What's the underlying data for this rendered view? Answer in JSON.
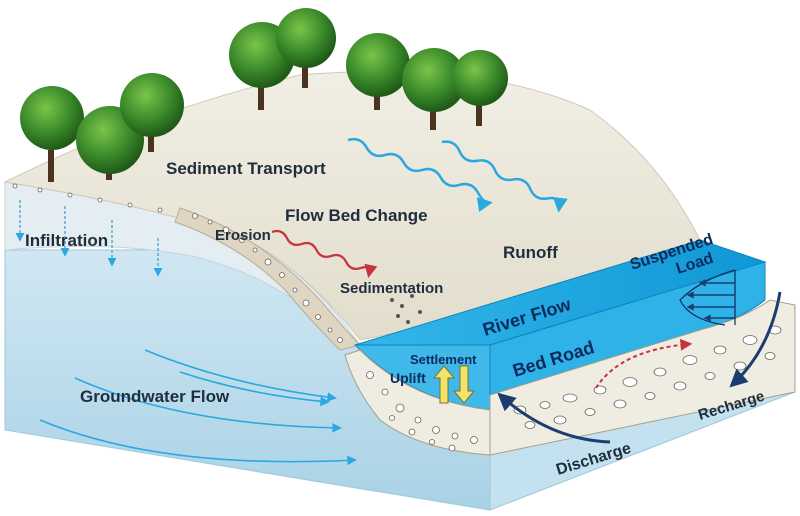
{
  "labels": {
    "sediment_transport": "Sediment Transport",
    "flow_bed_change": "Flow Bed Change",
    "infiltration": "Infiltration",
    "erosion": "Erosion",
    "runoff": "Runoff",
    "suspended": "Suspended",
    "load": "Load",
    "sedimentation": "Sedimentation",
    "river_flow": "River Flow",
    "settlement": "Settlement",
    "uplift": "Uplift",
    "bed_road": "Bed Road",
    "groundwater_flow": "Groundwater Flow",
    "recharge": "Recharge",
    "discharge": "Discharge"
  },
  "icons": {
    "trees": "tree-icon",
    "arrows": "flow-arrow-icon"
  },
  "colors": {
    "land_top": "#e8e4d6",
    "soil_side": "#b9dcea",
    "groundwater": "#dfeef6",
    "river_top": "#1aa7e0",
    "river_front": "#38b9ec",
    "runoff_wave": "#2aa8e0",
    "erosion_wave": "#c8323c",
    "arrow_dark": "#1c3e6e",
    "uplift_arrow": "#f2e46a",
    "tree_green": "#3a8a2a"
  }
}
